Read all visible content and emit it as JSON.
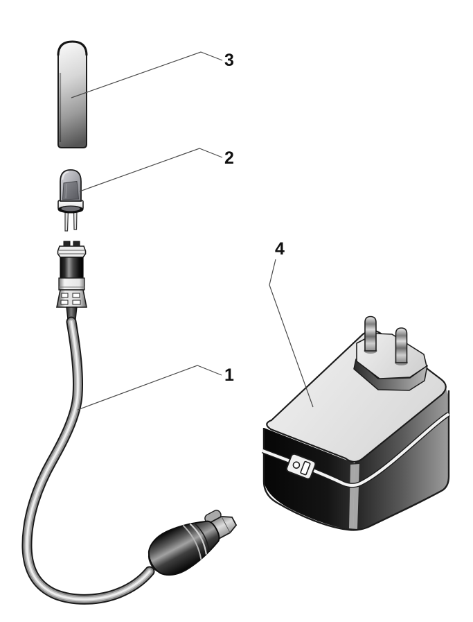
{
  "figure": {
    "type": "exploded-parts-diagram",
    "background_color": "#ffffff",
    "outline_color": "#1c1c1c",
    "callouts": [
      {
        "number": "1",
        "part": "connection-cable-with-plug"
      },
      {
        "number": "2",
        "part": "bulb"
      },
      {
        "number": "3",
        "part": "protective-cap"
      },
      {
        "number": "4",
        "part": "power-adapter"
      }
    ]
  }
}
